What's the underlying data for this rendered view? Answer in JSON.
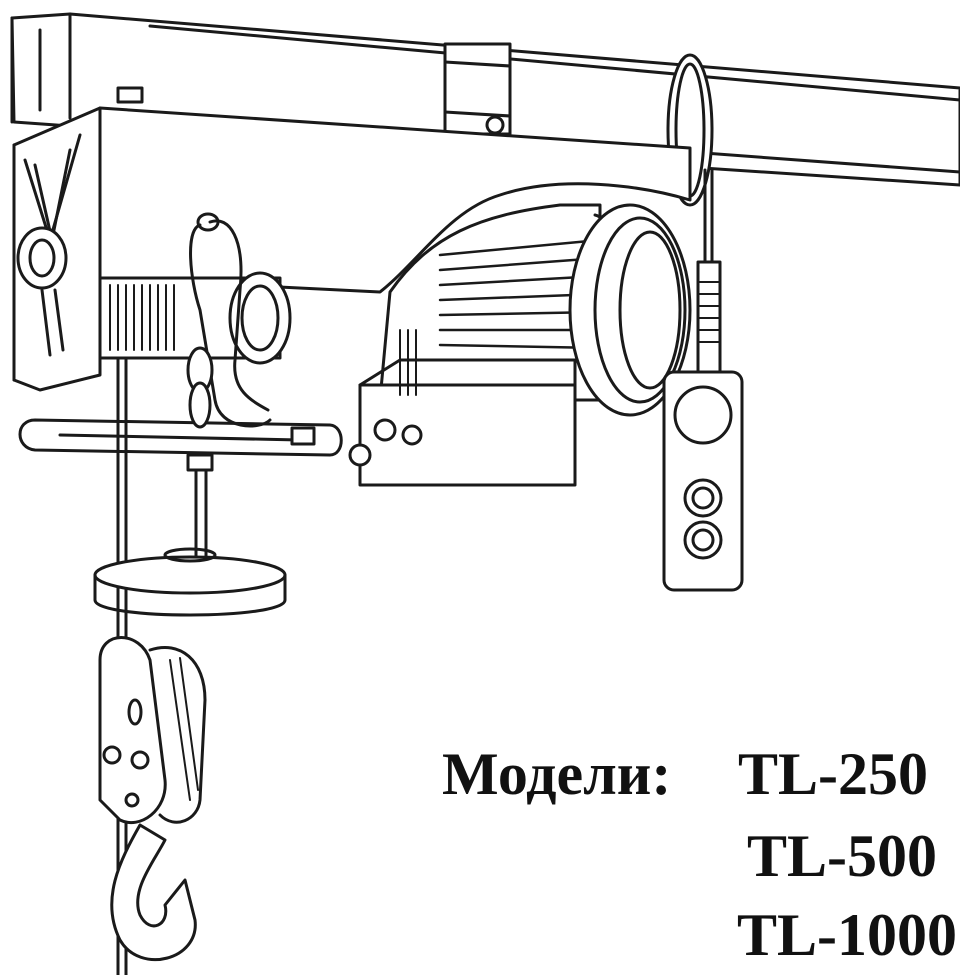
{
  "document": {
    "models_label": "Модели:",
    "models": [
      "TL-250",
      "TL-500",
      "TL-1000"
    ]
  },
  "colors": {
    "line": "#1a1a1a",
    "background": "#ffffff",
    "text": "#111111"
  },
  "illustration": {
    "icon": "electric-hoist-icon"
  }
}
